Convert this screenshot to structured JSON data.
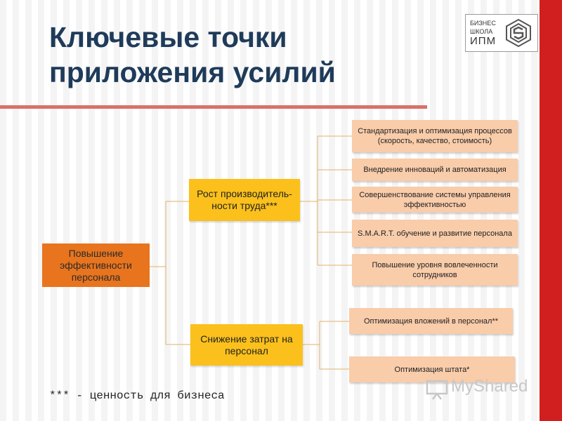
{
  "slide": {
    "title_line1": "Ключевые точки",
    "title_line2": "приложения усилий",
    "footnote": "*** - ценность для бизнеса",
    "colors": {
      "title": "#1f3b5a",
      "accent_red": "#d11f1f",
      "rule": "#d9716a"
    }
  },
  "logo": {
    "line1": "БИЗНЕС",
    "line2": "ШКОЛА",
    "line3": "ИПМ"
  },
  "diagram": {
    "root": {
      "label": "Повышение эффективности персонала",
      "color": "#e8741e"
    },
    "branches": [
      {
        "label": "Рост производитель-ности труда***",
        "color": "#fbc01b",
        "leaves": [
          "Стандартизация и оптимизация процессов (скорость, качество, стоимость)",
          "Внедрение инноваций и автоматизация",
          "Совершенствование системы управления эффективностью",
          "S.M.A.R.T. обучение и развитие персонала",
          "Повышение уровня вовлеченности сотрудников"
        ]
      },
      {
        "label": "Снижение затрат на персонал",
        "color": "#fbc01b",
        "leaves": [
          "Оптимизация вложений в персонал**",
          "Оптимизация штата*"
        ]
      }
    ],
    "leaf_color": "#f9ccaa"
  },
  "watermark": {
    "text": "MyShared"
  }
}
